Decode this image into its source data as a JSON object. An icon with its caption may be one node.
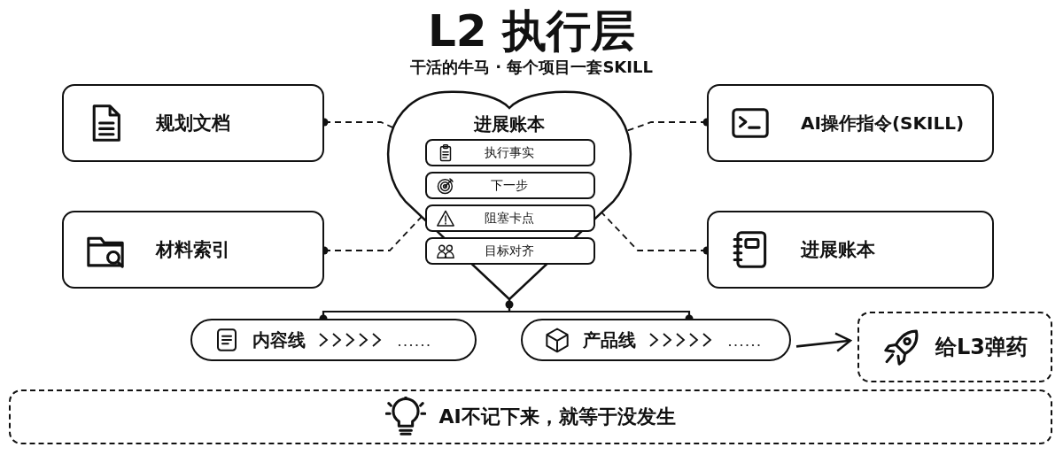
{
  "diagram": {
    "title": "L2 执行层",
    "nodes": [
      {
        "text": [
          "规划文档"
        ]
      },
      {
        "text": [
          "材料索引"
        ]
      },
      {
        "text": [
          "进展账本"
        ]
      },
      {
        "text": [
          "执行事实"
        ],
        "in": 2
      },
      {
        "text": [
          "下一步"
        ],
        "in": 2
      },
      {
        "text": [
          "阻塞卡点"
        ],
        "in": 2
      },
      {
        "text": [
          "目标对齐"
        ],
        "in": 2
      },
      {
        "text": [
          "AI操作指令(SKILL)"
        ]
      },
      {
        "text": [
          "进展账本"
        ]
      },
      {
        "text": [
          "内容线"
        ]
      },
      {
        "text": [
          "产品线"
        ]
      },
      {
        "text": [
          "给L3弹药"
        ]
      },
      {
        "text": [
          "AI不记下来，就等于没发生"
        ]
      }
    ],
    "edges": [
      {
        "from": 0,
        "to": 2,
        "arrow": "other",
        "style": "dashed"
      },
      {
        "from": 1,
        "to": 2,
        "arrow": "other",
        "style": "dashed"
      },
      {
        "from": 7,
        "to": 2,
        "arrow": "other",
        "style": "dashed"
      },
      {
        "from": 8,
        "to": 2,
        "arrow": "other",
        "style": "dashed"
      },
      {
        "from": 2,
        "to": 9,
        "arrow": "other"
      },
      {
        "from": 2,
        "to": 10,
        "arrow": "other"
      },
      {
        "from": 10,
        "to": 11,
        "arrow": "to"
      }
    ],
    "labels": [
      "干活的牛马 · 每个项目一套SKILL"
    ]
  }
}
